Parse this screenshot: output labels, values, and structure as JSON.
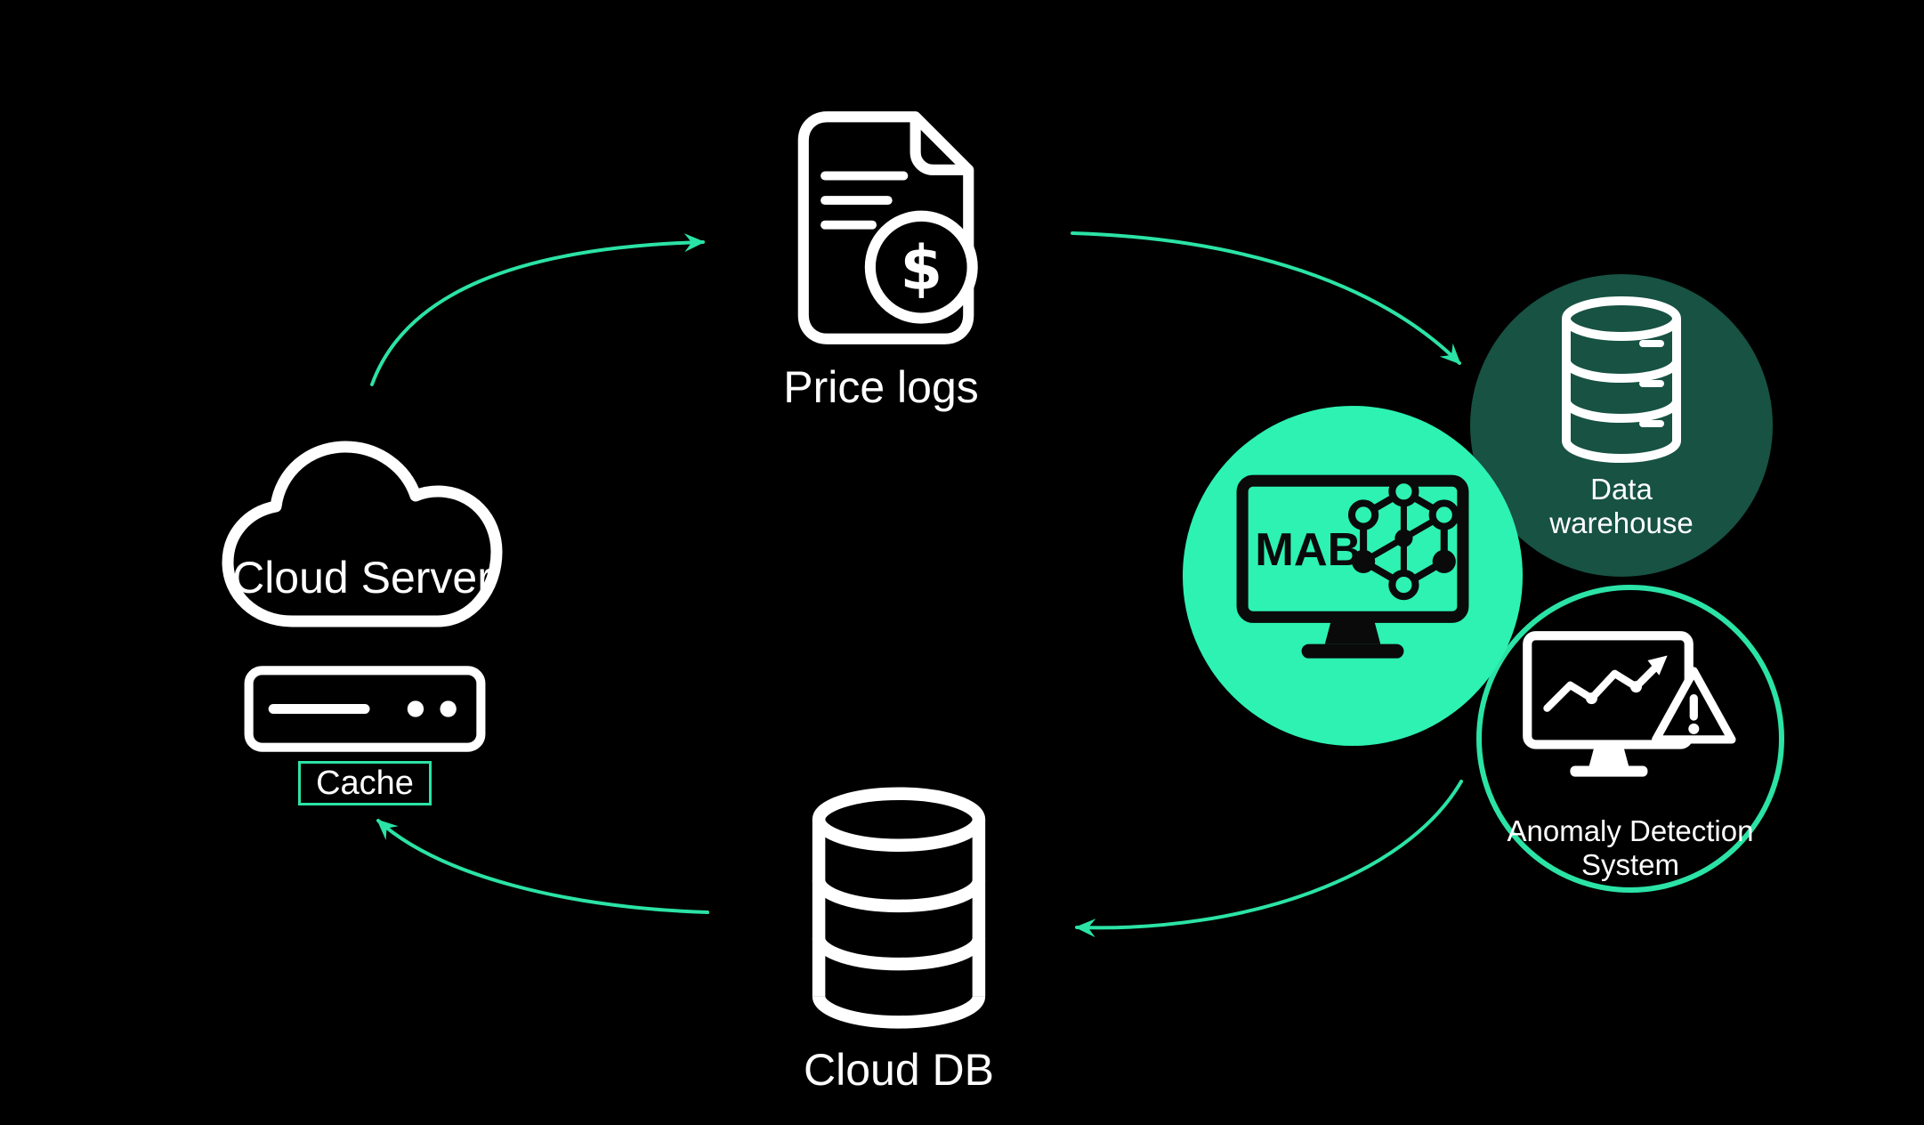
{
  "colors": {
    "bg": "#000000",
    "fg": "#ffffff",
    "accent": "#2be3a6",
    "bright-circle": "#2df2b2",
    "dark-circle": "#175243",
    "icon-dark": "#0a0a0a"
  },
  "diagram": {
    "type": "cyclic-architecture-diagram",
    "nodes": {
      "price_logs": {
        "label": "Price logs",
        "currency_symbol": "$"
      },
      "cloud_server": {
        "label": "Cloud Server",
        "cache_label": "Cache"
      },
      "data_warehouse": {
        "label_lines": [
          "Data",
          "warehouse"
        ]
      },
      "mab": {
        "label": "MAB"
      },
      "anomaly_detection": {
        "label_lines": [
          "Anomaly Detection",
          "System"
        ]
      },
      "cloud_db": {
        "label": "Cloud DB"
      }
    }
  }
}
